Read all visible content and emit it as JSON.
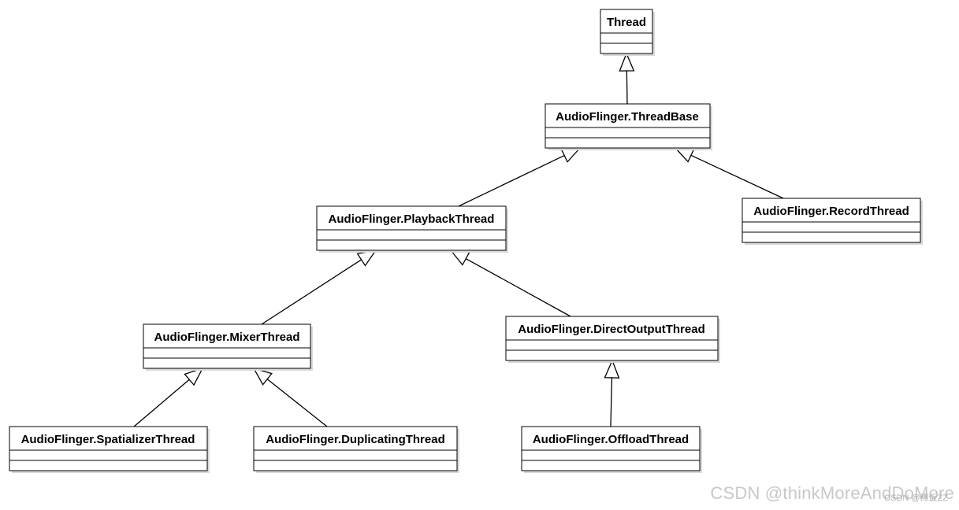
{
  "classes": [
    {
      "id": "thread",
      "name": "Thread"
    },
    {
      "id": "threadbase",
      "name": "AudioFlinger.ThreadBase"
    },
    {
      "id": "playback",
      "name": "AudioFlinger.PlaybackThread"
    },
    {
      "id": "record",
      "name": "AudioFlinger.RecordThread"
    },
    {
      "id": "mixer",
      "name": "AudioFlinger.MixerThread"
    },
    {
      "id": "directoutput",
      "name": "AudioFlinger.DirectOutputThread"
    },
    {
      "id": "spatializer",
      "name": "AudioFlinger.SpatializerThread"
    },
    {
      "id": "duplicating",
      "name": "AudioFlinger.DuplicatingThread"
    },
    {
      "id": "offload",
      "name": "AudioFlinger.OffloadThread"
    }
  ],
  "inheritance": [
    {
      "from": "threadbase",
      "to": "thread"
    },
    {
      "from": "playback",
      "to": "threadbase"
    },
    {
      "from": "record",
      "to": "threadbase"
    },
    {
      "from": "mixer",
      "to": "playback"
    },
    {
      "from": "directoutput",
      "to": "playback"
    },
    {
      "from": "spatializer",
      "to": "mixer"
    },
    {
      "from": "duplicating",
      "to": "mixer"
    },
    {
      "from": "offload",
      "to": "directoutput"
    }
  ],
  "watermark": {
    "main": "CSDN @thinkMoreAndDoMore",
    "small": "CSDN @稀饭ZZ"
  },
  "colors": {
    "line": "#000000",
    "box_fill": "#ffffff",
    "shadow": "#d9d9d9",
    "watermark": "#c8c8c8"
  }
}
